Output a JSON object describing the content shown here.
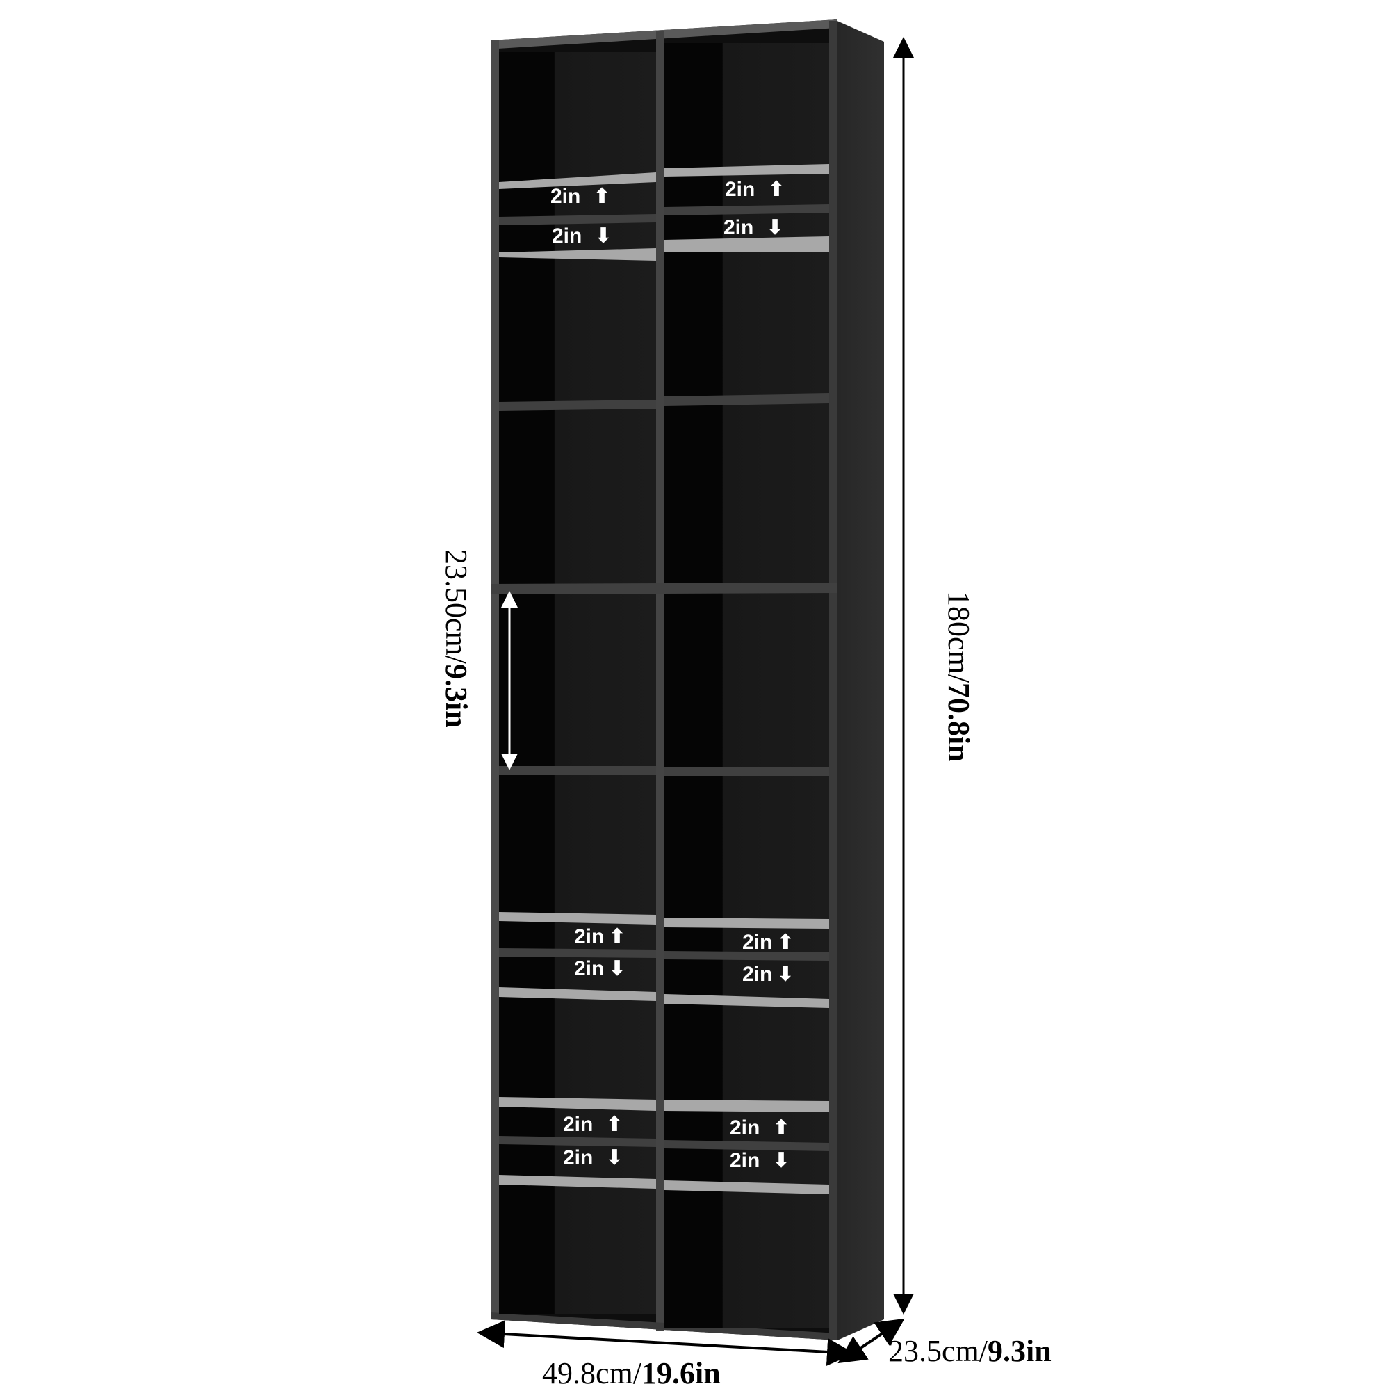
{
  "product": {
    "name": "Tall black double-column cube bookshelf",
    "color_main": "#0d0d0d",
    "color_edge": "#4a4a4a",
    "color_side": "#2a2a2a",
    "color_highlight_shelf": "#a8a8a8"
  },
  "dimensions": {
    "height": {
      "metric": "180cm/",
      "imperial": "70.8in"
    },
    "width": {
      "metric": "49.8cm/",
      "imperial": "19.6in"
    },
    "depth": {
      "metric": "23.5cm/",
      "imperial": "9.3in"
    },
    "cube_height": {
      "metric": "23.50cm/",
      "imperial": "9.3in"
    }
  },
  "adjusters": [
    {
      "section": "top-left",
      "up": "2in",
      "down": "2in"
    },
    {
      "section": "top-right",
      "up": "2in",
      "down": "2in"
    },
    {
      "section": "middle-left",
      "up": "2in",
      "down": "2in"
    },
    {
      "section": "middle-right",
      "up": "2in",
      "down": "2in"
    },
    {
      "section": "bottom-left",
      "up": "2in",
      "down": "2in"
    },
    {
      "section": "bottom-right",
      "up": "2in",
      "down": "2in"
    }
  ],
  "icons": {
    "up": "arrow-up-icon",
    "down": "arrow-down-icon",
    "dimension": "double-arrow-icon"
  }
}
